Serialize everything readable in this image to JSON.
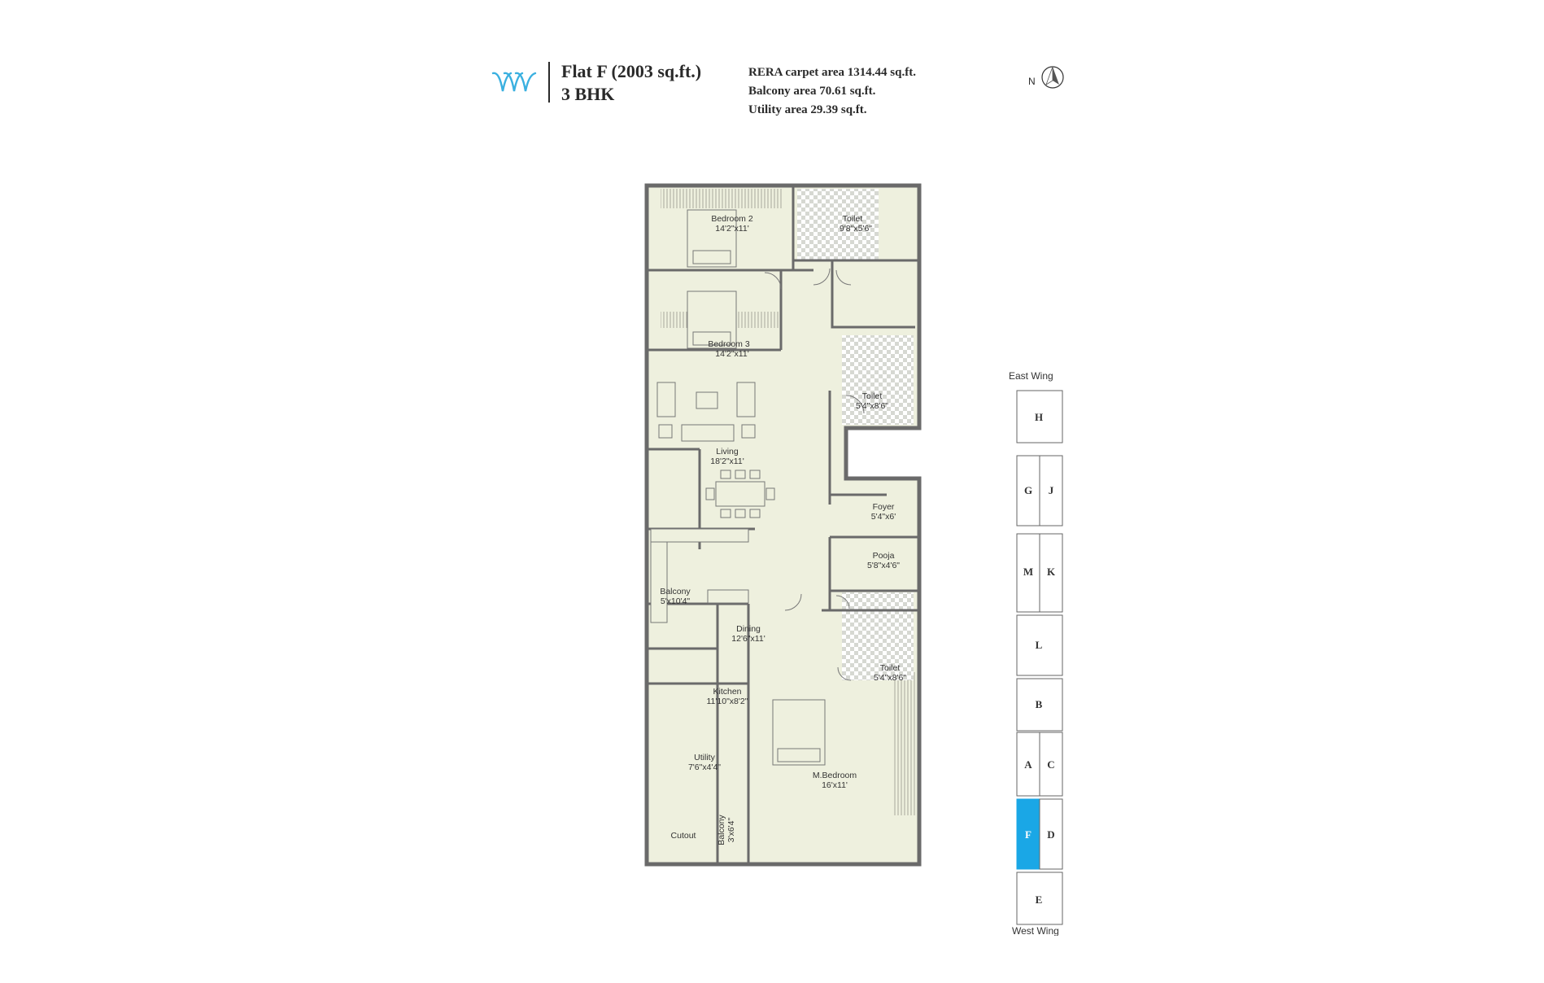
{
  "header": {
    "flat_title": "Flat F (2003 sq.ft.)",
    "flat_type": "3 BHK",
    "rera_carpet_area": "RERA carpet area 1314.44 sq.ft.",
    "balcony_area": "Balcony area 70.61 sq.ft.",
    "utility_area": "Utility area 29.39 sq.ft."
  },
  "compass": {
    "label": "N"
  },
  "colors": {
    "brand": "#3ab0e0",
    "floor": "#eef0de",
    "wall": "#6a6a6a",
    "tile": "#d9dbd4",
    "highlight": "#1aa7e6"
  },
  "rooms": {
    "bedroom2": {
      "name": "Bedroom 2",
      "dim": "14'2\"x11'"
    },
    "toilet1": {
      "name": "Toilet",
      "dim": "9'8\"x5'6\""
    },
    "bedroom3": {
      "name": "Bedroom 3",
      "dim": "14'2\"x11'"
    },
    "toilet2": {
      "name": "Toilet",
      "dim": "5'4\"x8'6\""
    },
    "living": {
      "name": "Living",
      "dim": "18'2\"x11'"
    },
    "foyer": {
      "name": "Foyer",
      "dim": "5'4\"x6'"
    },
    "pooja": {
      "name": "Pooja",
      "dim": "5'8\"x4'6\""
    },
    "balcony1": {
      "name": "Balcony",
      "dim": "5'x10'4\""
    },
    "dining": {
      "name": "Dining",
      "dim": "12'6\"x11'"
    },
    "toilet3": {
      "name": "Toilet",
      "dim": "5'4\"x8'6\""
    },
    "kitchen": {
      "name": "Kitchen",
      "dim": "11'10\"x8'2\""
    },
    "utility": {
      "name": "Utility",
      "dim": "7'6\"x4'4\""
    },
    "mbedroom": {
      "name": "M.Bedroom",
      "dim": "16'x11'"
    },
    "cutout": {
      "name": "Cutout"
    },
    "balcony2": {
      "name": "Balcony",
      "dim": "3'x6'4\""
    }
  },
  "key_plan": {
    "top_label": "East Wing",
    "bottom_label": "West Wing",
    "units": [
      "H",
      "G",
      "J",
      "M",
      "K",
      "L",
      "B",
      "A",
      "C",
      "F",
      "D",
      "E"
    ],
    "highlighted_unit": "F"
  }
}
